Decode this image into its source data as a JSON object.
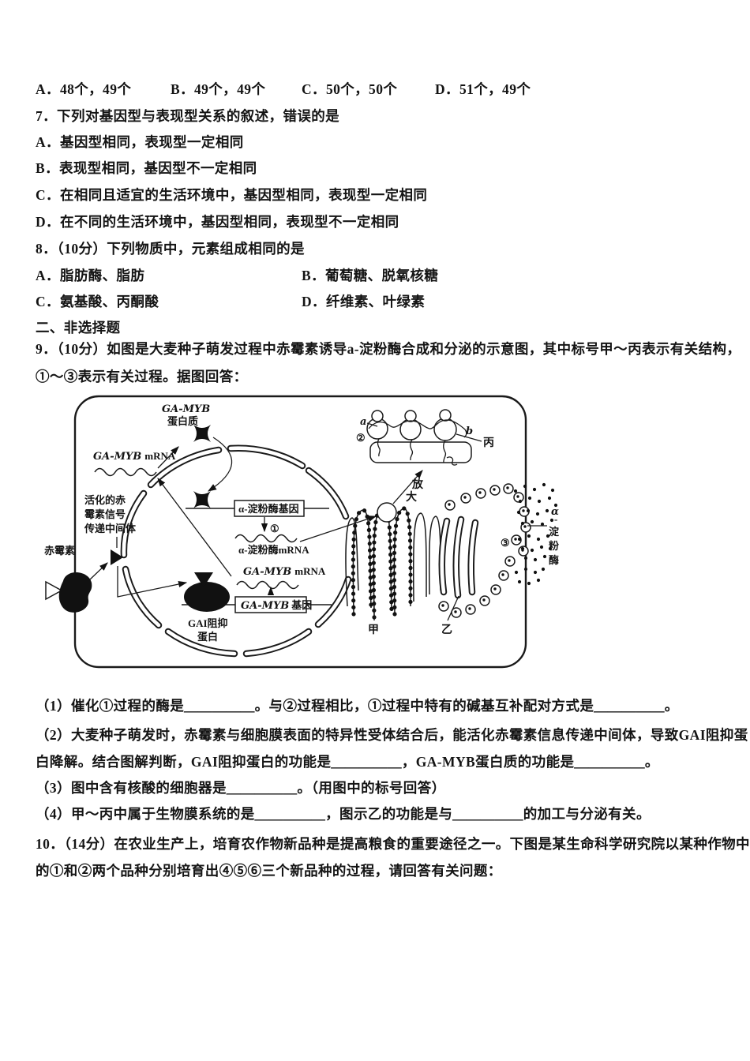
{
  "document": {
    "q6_options": [
      "A．48个，49个",
      "B．49个，49个",
      "C．50个，50个",
      "D．51个，49个"
    ],
    "q7": {
      "stem": "7．下列对基因型与表现型关系的叙述，错误的是",
      "options": [
        "A．基因型相同，表现型一定相同",
        "B．表现型相同，基因型不一定相同",
        "C．在相同且适宜的生活环境中，基因型相同，表现型一定相同",
        "D．在不同的生活环境中，基因型相同，表现型不一定相同"
      ]
    },
    "q8": {
      "stem": "8．（10分）下列物质中，元素组成相同的是",
      "options": [
        "A．脂肪酶、脂肪",
        "B．葡萄糖、脱氧核糖",
        "C．氨基酸、丙酮酸",
        "D．纤维素、叶绿素"
      ]
    },
    "section_header": "二、非选择题",
    "q9": {
      "stem_l1": "9．（10分）如图是大麦种子萌发过程中赤霉素诱导a-淀粉酶合成和分泌的示意图，其中标号甲～丙表示有关结构，",
      "stem_l2": "①～③表示有关过程。据图回答：",
      "subs": [
        "（1）催化①过程的酶是＿＿＿＿＿。与②过程相比，①过程中特有的碱基互补配对方式是＿＿＿＿＿。",
        "（2）大麦种子萌发时，赤霉素与细胞膜表面的特异性受体结合后，能活化赤霉素信息传递中间体，导致GAI阻抑蛋",
        "白降解。结合图解判断，GAI阻抑蛋白的功能是＿＿＿＿＿，GA-MYB蛋白质的功能是＿＿＿＿＿。",
        "（3）图中含有核酸的细胞器是＿＿＿＿＿。（用图中的标号回答）",
        "（4）甲～丙中属于生物膜系统的是＿＿＿＿＿，图示乙的功能是与＿＿＿＿＿的加工与分泌有关。"
      ]
    },
    "q10": {
      "l1": "10．（14分）在农业生产上，培育农作物新品种是提高粮食的重要途径之一。下图是某生命科学研究院以某种作物中",
      "l2": "的①和②两个品种分别培育出④⑤⑥三个新品种的过程，请回答有关问题："
    }
  },
  "diagram": {
    "ga_myb": "GA-MYB",
    "mrna": "mRNA",
    "protein": "蛋白质",
    "gene": "基因",
    "amylase_gene": "α-淀粉酶基因",
    "amylase_mrna": "α-淀粉酶mRNA",
    "activated": [
      "活化的赤",
      "霉素信号",
      "传递中间体"
    ],
    "gibberellin": "赤霉素",
    "gai": [
      "GAI阻抑",
      "蛋白"
    ],
    "magnify": [
      "放",
      "大"
    ],
    "labels": {
      "jia": "甲",
      "yi": "乙",
      "bing": "丙",
      "a": "a",
      "b": "b"
    },
    "steps": {
      "s1": "①",
      "s2": "②",
      "s3": "③"
    },
    "secreted": [
      "α",
      "-",
      "淀",
      "粉",
      "酶"
    ]
  }
}
